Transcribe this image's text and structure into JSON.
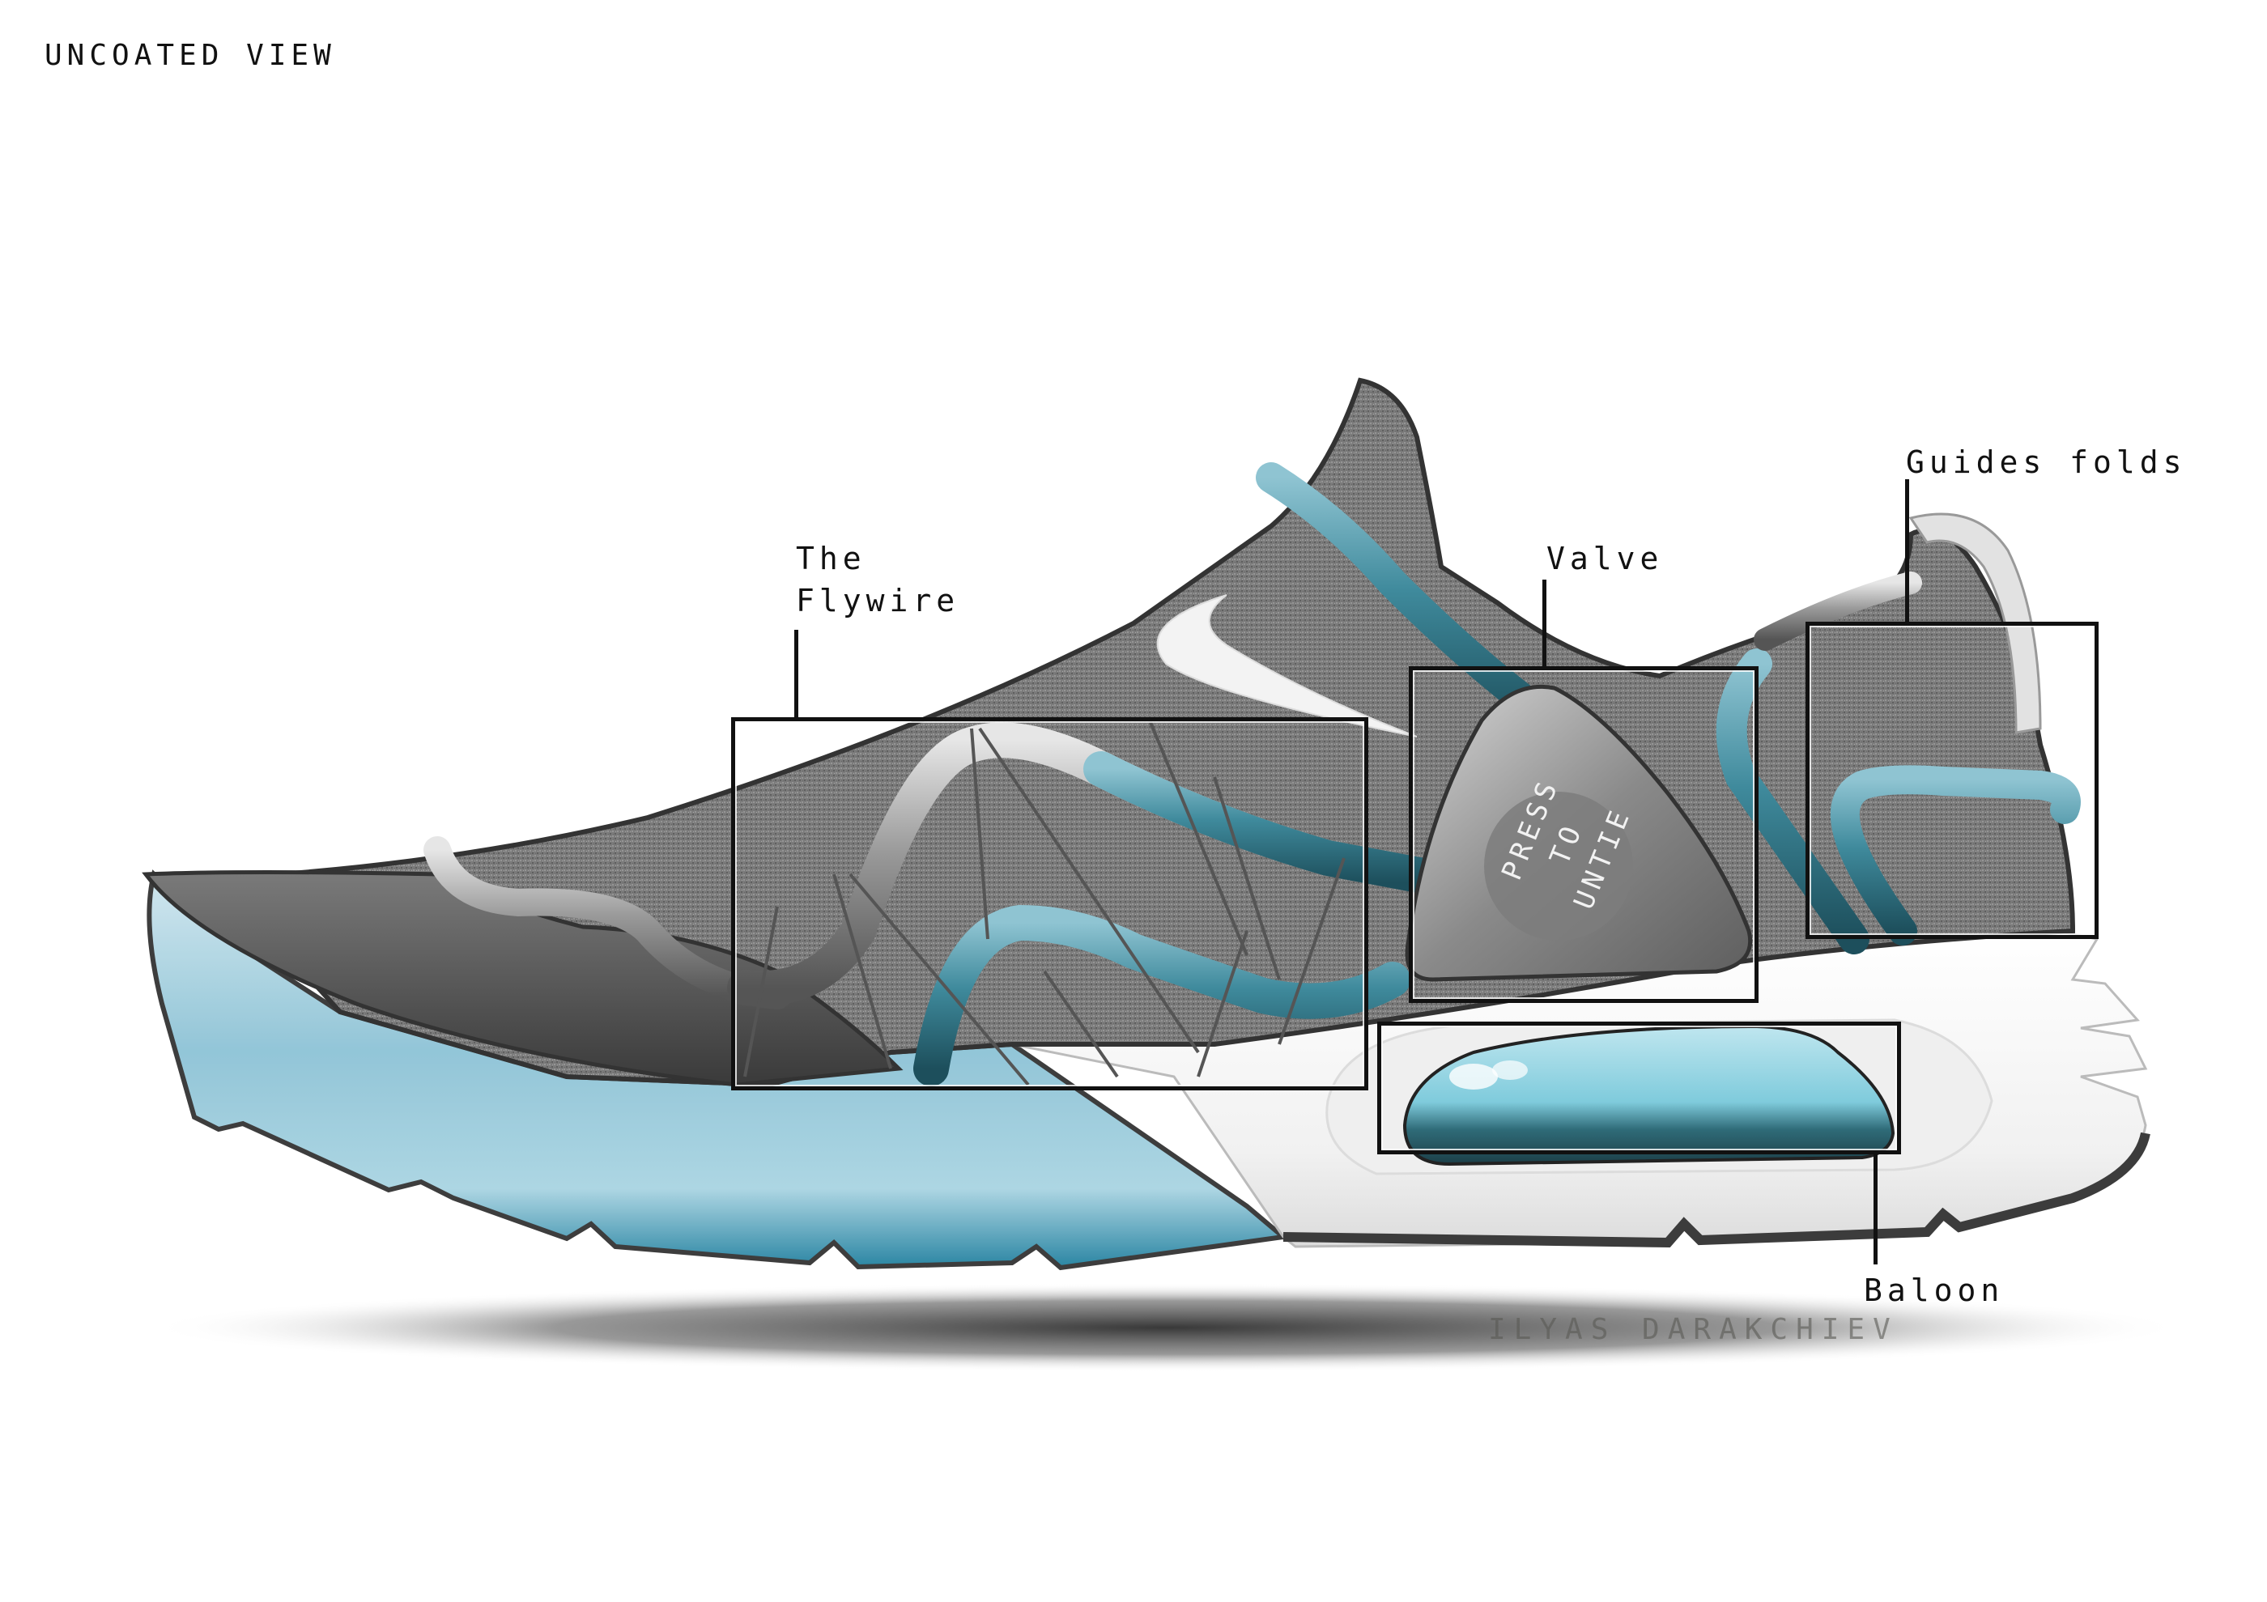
{
  "header": {
    "title": "UNCOATED VIEW"
  },
  "illustration": {
    "subject": "Sneaker concept side view",
    "colors": {
      "upper_knit": "#7a7a7a",
      "upper_dark": "#4a4a4a",
      "toe_cap": "#555555",
      "tube_teal": "#3f8a9c",
      "tube_grey": "#9a9a9a",
      "forefoot_sole_blue": "#7fb9cc",
      "sole_blue_dark": "#1f7f9e",
      "midsole_white": "#f4f4f4",
      "outsole_dark": "#3c3c3c",
      "balloon_cyan": "#8fd2e2",
      "shadow": "#3a3a3a"
    },
    "valve_text": {
      "line1": "PRESS",
      "line2": "TO",
      "line3": "UNTIE"
    },
    "logo": "swoosh-icon"
  },
  "callouts": [
    {
      "id": "flywire",
      "label": "The\nFlywire"
    },
    {
      "id": "valve",
      "label": "Valve"
    },
    {
      "id": "guides",
      "label": "Guides folds"
    },
    {
      "id": "balloon",
      "label": "Baloon"
    }
  ],
  "footer": {
    "signature": "ILYAS DARAKCHIEV"
  }
}
